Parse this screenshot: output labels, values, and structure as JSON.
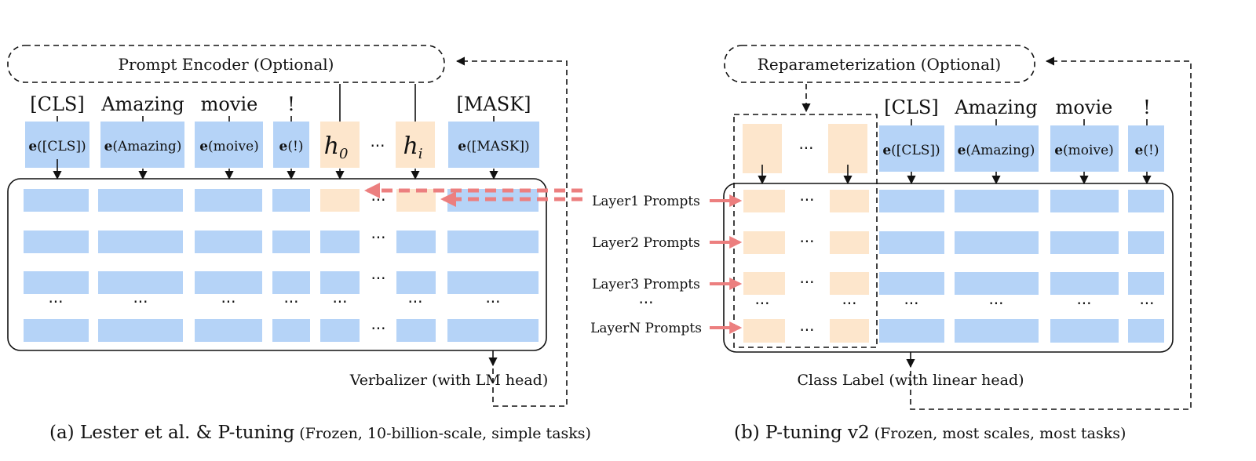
{
  "panel_a": {
    "encoder_label": "Prompt Encoder (Optional)",
    "tokens": [
      "[CLS]",
      "Amazing",
      "movie",
      "!",
      "[MASK]"
    ],
    "embeddings": {
      "cls": "([CLS])",
      "amazing": "(Amazing)",
      "movie": "(moive)",
      "excl": "(!)",
      "mask": "([MASK])"
    },
    "embedding_prefix": "e",
    "prompt_h0": "h",
    "prompt_h0_sub": "0",
    "prompt_hi": "h",
    "prompt_hi_sub": "i",
    "ellipsis": "···",
    "output_label": "Verbalizer (with LM head)",
    "caption_main": "(a) Lester et al. & P-tuning",
    "caption_detail": "(Frozen, 10-billion-scale, simple tasks)"
  },
  "panel_b": {
    "encoder_label": "Reparameterization (Optional)",
    "tokens": [
      "[CLS]",
      "Amazing",
      "movie",
      "!"
    ],
    "embeddings": {
      "cls": "([CLS])",
      "amazing": "(Amazing)",
      "movie": "(moive)",
      "excl": "(!)"
    },
    "embedding_prefix": "e",
    "ellipsis": "···",
    "layer_prompts": [
      "Layer1 Prompts",
      "Layer2 Prompts",
      "Layer3 Prompts",
      "LayerN Prompts"
    ],
    "output_label": "Class Label (with linear head)",
    "caption_main": "(b) P-tuning v2",
    "caption_detail": "(Frozen, most scales, most tasks)"
  },
  "colors": {
    "frozen_token": "#b5d3f7",
    "trainable_prompt": "#fde6cc",
    "arrow_red": "#ec7f7f"
  }
}
